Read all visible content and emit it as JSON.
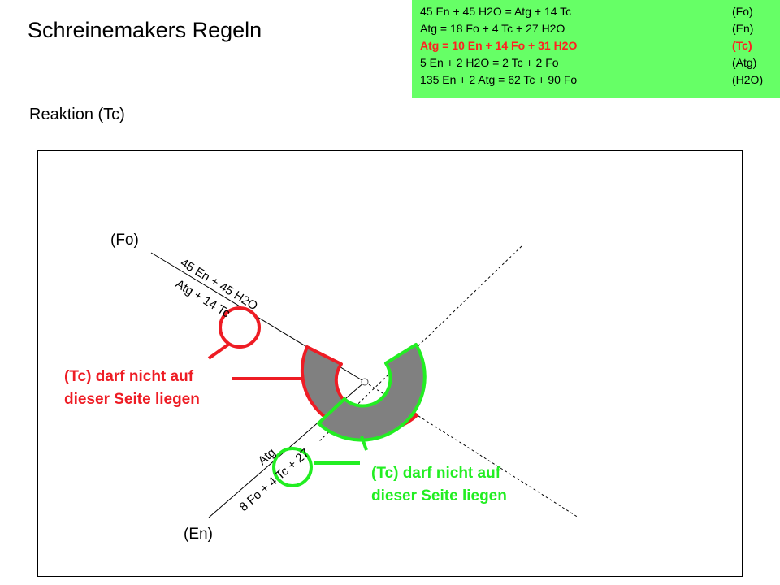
{
  "header": {
    "title": "Schreinemakers Regeln",
    "subtitle": "Reaktion (Tc)"
  },
  "legend": {
    "background": "#66ff66",
    "highlight_color": "#ff2020",
    "rows": [
      {
        "equation": "45 En + 45 H2O = Atg + 14 Tc",
        "label": "(Fo)",
        "highlighted": false
      },
      {
        "equation": "Atg = 18 Fo + 4 Tc + 27 H2O",
        "label": "(En)",
        "highlighted": false
      },
      {
        "equation": "Atg = 10 En + 14 Fo + 31 H2O",
        "label": "(Tc)",
        "highlighted": true
      },
      {
        "equation": "5 En + 2 H2O = 2 Tc + 2 Fo",
        "label": "(Atg)",
        "highlighted": false
      },
      {
        "equation": "135 En + 2 Atg = 62 Tc + 90 Fo",
        "label": "(H2O)",
        "highlighted": false
      }
    ]
  },
  "diagram": {
    "colors": {
      "red": "#ee1c24",
      "green": "#22ee22",
      "sector_fill": "#808080"
    },
    "fo_label": "(Fo)",
    "en_label": "(En)",
    "fo_line_text_1": "45 En + 45 H2O",
    "fo_line_text_2": "Atg + 14 Tc",
    "en_line_text_1": "Atg",
    "en_line_text_2": "8 Fo + 4 Tc + 27",
    "red_note_line1": "(Tc) darf nicht auf",
    "red_note_line2": "dieser Seite liegen",
    "green_note_line1": "(Tc) darf nicht auf",
    "green_note_line2": "dieser Seite liegen"
  }
}
